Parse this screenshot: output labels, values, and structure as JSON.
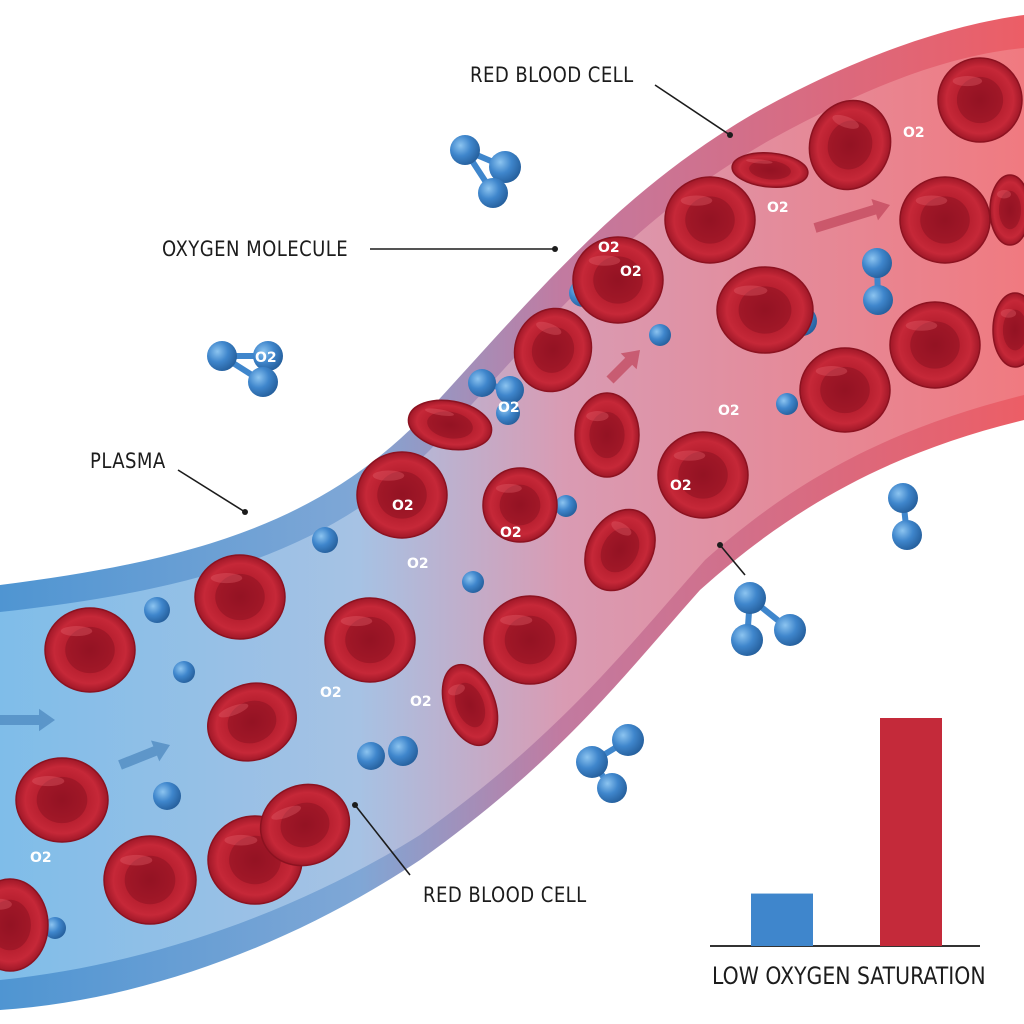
{
  "labels": {
    "rbc_top": "RED BLOOD CELL",
    "oxygen_molecule": "OXYGEN MOLECULE",
    "plasma": "PLASMA",
    "rbc_bottom": "RED BLOOD CELL"
  },
  "o2_symbol": "O2",
  "colors": {
    "vessel_blue": "#5a9ad4",
    "vessel_red": "#e8606a",
    "rbc": "#b01e2c",
    "oxygen": "#3f86cc"
  },
  "chart_data": {
    "type": "bar",
    "categories": [
      "",
      ""
    ],
    "values": [
      0.23,
      1.0
    ],
    "colors": [
      "#3f86cc",
      "#c42a3a"
    ],
    "xlabel": "LOW OXYGEN SATURATION"
  }
}
